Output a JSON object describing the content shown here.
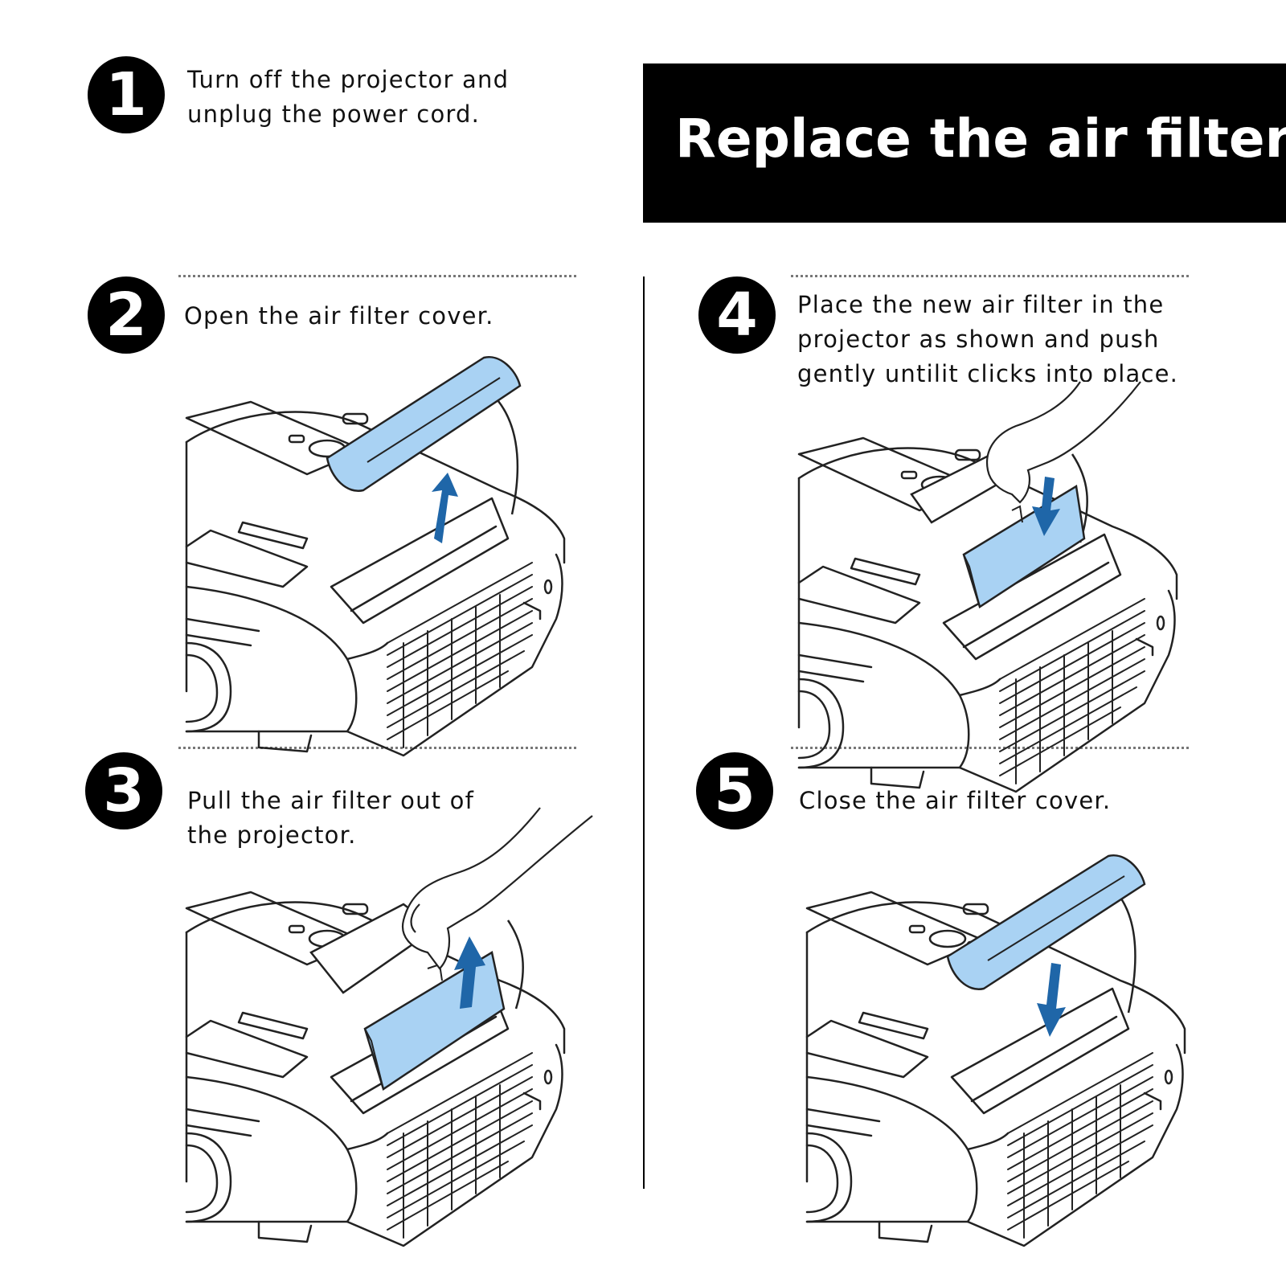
{
  "title": "Replace the air filter",
  "colors": {
    "part_fill": "#a9d2f3",
    "arrow": "#1f66a8",
    "line": "#222222",
    "background": "#ffffff",
    "title_bg": "#000000"
  },
  "steps": [
    {
      "number": "1",
      "text": "Turn off the projector and\nunplug the power cord."
    },
    {
      "number": "2",
      "text": "Open the air filter cover."
    },
    {
      "number": "3",
      "text": "Pull the air filter out of\nthe projector."
    },
    {
      "number": "4",
      "text": "Place the new air filter in the\nprojector as shown and push\ngently untilit clicks into place."
    },
    {
      "number": "5",
      "text": "Close the air filter cover."
    }
  ],
  "illustrations": {
    "step2": {
      "arrow_icon": "arrow-up-icon",
      "part": "air-filter-cover"
    },
    "step3": {
      "arrow_icon": "arrow-up-icon",
      "part": "air-filter"
    },
    "step4": {
      "arrow_icon": "arrow-down-icon",
      "part": "air-filter"
    },
    "step5": {
      "arrow_icon": "arrow-down-icon",
      "part": "air-filter-cover"
    }
  }
}
